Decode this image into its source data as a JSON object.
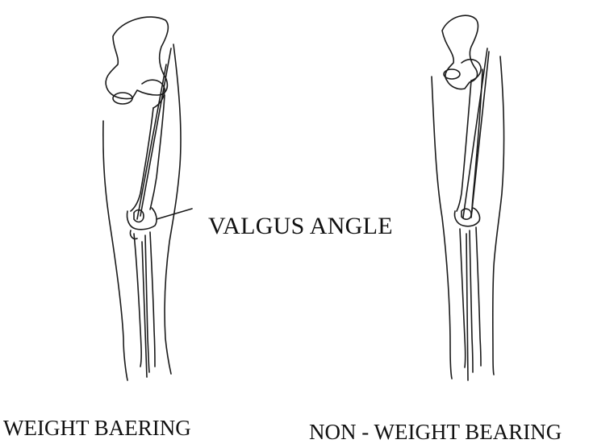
{
  "annotation": {
    "valgus_angle": "VALGUS ANGLE"
  },
  "captions": {
    "left_leg": "WEIGHT BAERING",
    "right_leg": "NON - WEIGHT BEARING"
  },
  "colors": {
    "ink": "#1a1a1a",
    "background": "#ffffff"
  }
}
